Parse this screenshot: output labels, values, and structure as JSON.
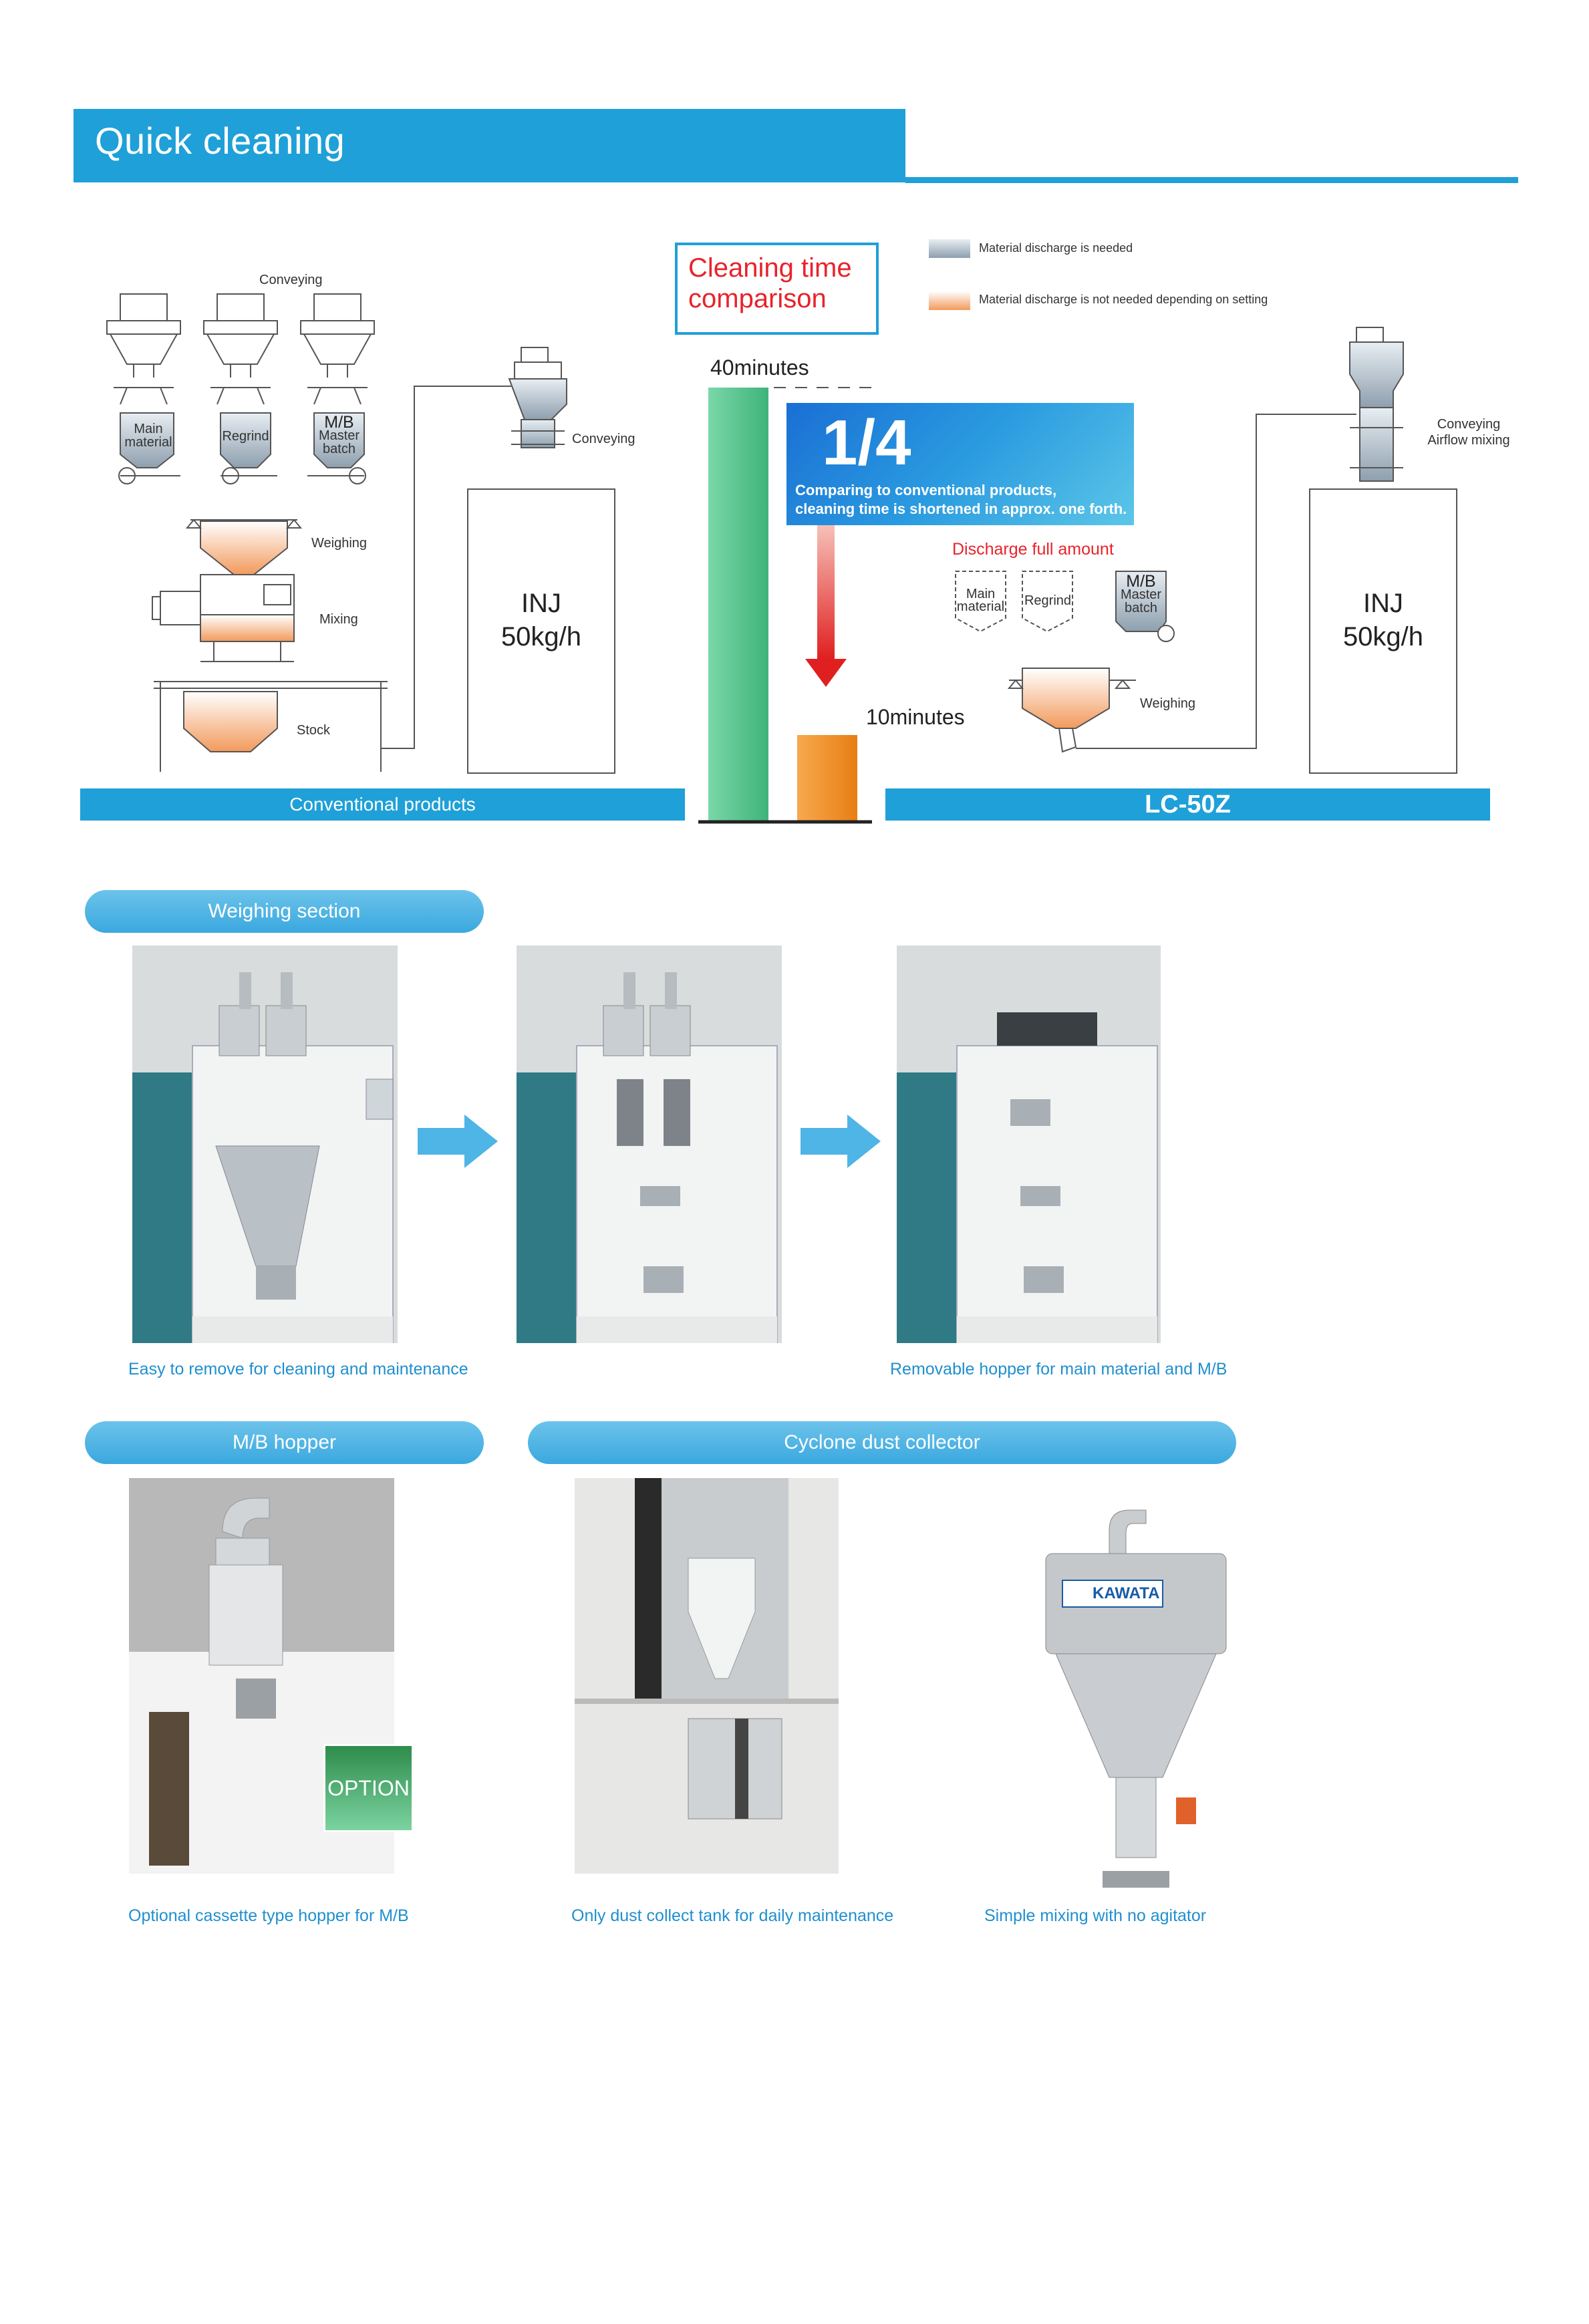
{
  "title": "Quick cleaning",
  "comparison": {
    "heading_line1": "Cleaning time",
    "heading_line2": "comparison",
    "legend": [
      {
        "label": "Material discharge is needed",
        "color": "#a9bac9"
      },
      {
        "label": "Material discharge is not needed depending on setting",
        "color": "#f6a36a"
      }
    ],
    "conventional_minutes": "40minutes",
    "lc50z_minutes": "10minutes",
    "ratio": "1/4",
    "ratio_text_line1": "Comparing to conventional products,",
    "ratio_text_line2": "cleaning time is shortened in approx. one forth.",
    "bar_colors": {
      "conventional": "#4cc38a",
      "lc50z": "#f08a1c"
    }
  },
  "conventional": {
    "conveying_top": "Conveying",
    "hoppers": [
      {
        "line1": "Main",
        "line2": "material"
      },
      {
        "line1": "Regrind",
        "line2": ""
      },
      {
        "line1": "M/B",
        "line2": "Master",
        "line3": "batch"
      }
    ],
    "conveying_side": "Conveying",
    "weighing": "Weighing",
    "mixing": "Mixing",
    "stock": "Stock",
    "inj_line1": "INJ",
    "inj_line2": "50kg/h",
    "footer": "Conventional products"
  },
  "lc50z": {
    "discharge_full": "Discharge full amount",
    "hoppers": [
      {
        "line1": "Main",
        "line2": "material"
      },
      {
        "line1": "Regrind",
        "line2": ""
      },
      {
        "line1": "M/B",
        "line2": "Master",
        "line3": "batch"
      }
    ],
    "weighing": "Weighing",
    "conveying_line1": "Conveying",
    "conveying_line2": "Airflow mixing",
    "inj_line1": "INJ",
    "inj_line2": "50kg/h",
    "footer": "LC-50Z"
  },
  "sections": {
    "weighing": "Weighing section",
    "mb_hopper": "M/B hopper",
    "cyclone": "Cyclone dust collector"
  },
  "captions": {
    "easy_remove": "Easy to remove for cleaning and maintenance",
    "removable_hopper": "Removable hopper for main material and M/B",
    "optional_cassette": "Optional cassette type hopper for M/B",
    "dust_tank": "Only dust collect tank for daily maintenance",
    "simple_mixing": "Simple mixing with no agitator"
  },
  "option_badge": "OPTION",
  "brand_label": "KAWATA"
}
